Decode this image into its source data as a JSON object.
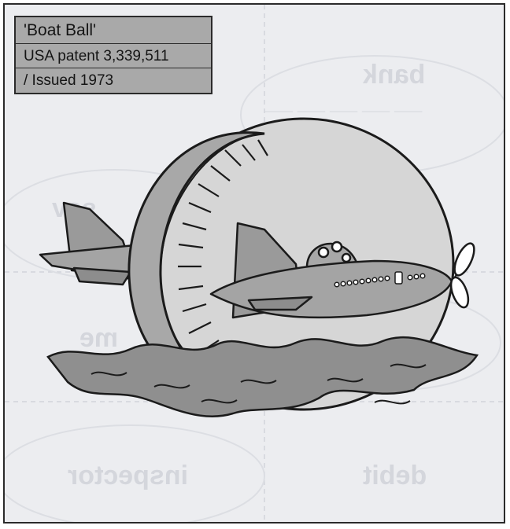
{
  "caption": {
    "title": "'Boat Ball'",
    "patent": "USA patent 3,339,511",
    "issued": "/ Issued 1973"
  },
  "illustration": {
    "icon": "boat-ball-vessel-illustration",
    "colors": {
      "background": "#ecedf0",
      "label_box": "#a9a9a9",
      "hull": "#999999",
      "sphere": "#d6d6d6",
      "water": "#8f8f8f",
      "outline": "#1b1b1b"
    }
  }
}
